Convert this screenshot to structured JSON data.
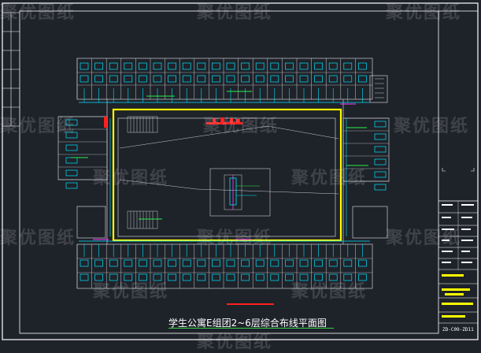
{
  "drawing": {
    "title": "学生公寓E组团2~6层综合布线平面图",
    "number": "ZD-C09-ZD11",
    "watermark_text": "聚优图纸"
  },
  "colors": {
    "background": "#1e2229",
    "frame": "#ffffff",
    "walls": "#c8ccd2",
    "corridor": "#ffff00",
    "cabling_cyan": "#00e5ff",
    "cabling_green": "#29f04a",
    "accent_red": "#ff2020",
    "accent_magenta": "#ff3cff",
    "title_underline": "#34d24a"
  },
  "watermarks": [
    {
      "id": "wm-1"
    },
    {
      "id": "wm-2"
    },
    {
      "id": "wm-3"
    },
    {
      "id": "wm-4"
    },
    {
      "id": "wm-5"
    },
    {
      "id": "wm-6"
    },
    {
      "id": "wm-7"
    },
    {
      "id": "wm-8"
    },
    {
      "id": "wm-9"
    },
    {
      "id": "wm-10"
    },
    {
      "id": "wm-11"
    },
    {
      "id": "wm-12"
    },
    {
      "id": "wm-13"
    },
    {
      "id": "wm-14"
    }
  ]
}
